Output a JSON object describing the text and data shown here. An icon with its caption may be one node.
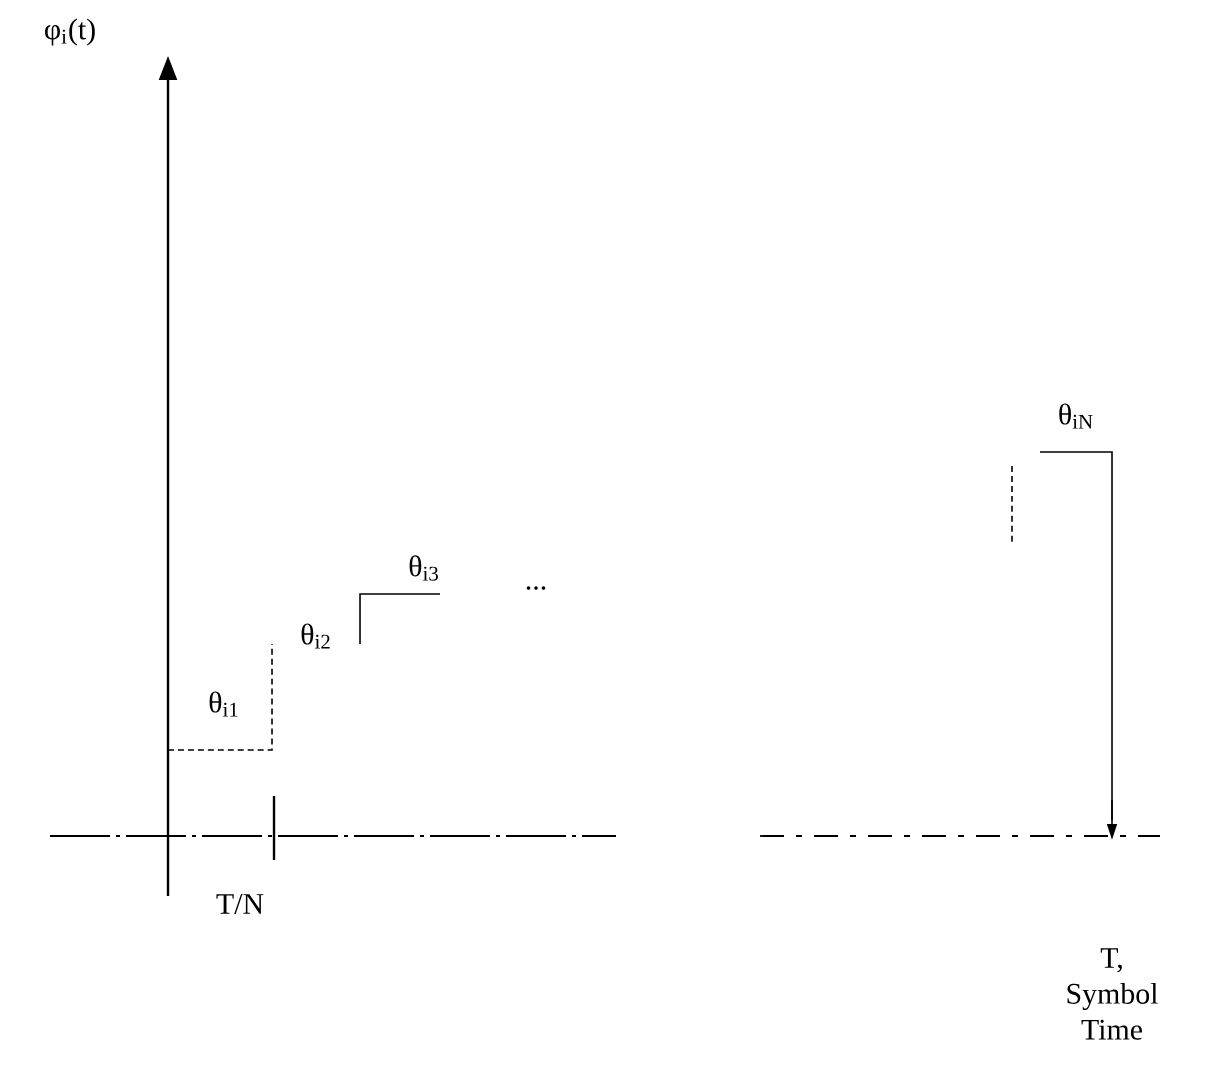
{
  "diagram": {
    "labels": [
      "φ$_{i}$(t)",
      "θ$_{i1}$",
      "θ$_{i2}$",
      "θ$_{i3}$",
      "...",
      "θ$_{iN}$",
      "T/N",
      "T, Symbol Time"
    ]
  }
}
